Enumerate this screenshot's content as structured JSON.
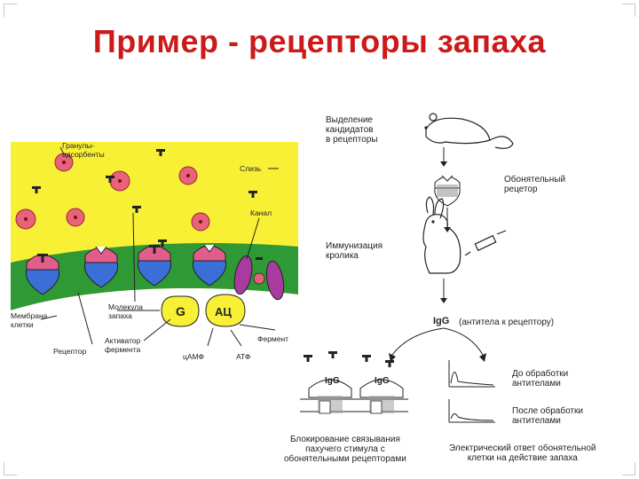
{
  "title": "Пример - рецепторы запаха",
  "left_panel": {
    "labels": {
      "granules": "Гранулы-\nадсорбенты",
      "mucus": "Слизь",
      "channel": "Канал",
      "membrane": "Мембрана\nклетки",
      "odorant": "Молекула\nзапаха",
      "receptor": "Рецептор",
      "activator": "Активатор\nфермента",
      "enzyme": "Фермент",
      "camp": "цАМФ",
      "atp": "АТФ",
      "g": "G",
      "ac": "АЦ"
    },
    "colors": {
      "mucus": "#f8f035",
      "membrane": "#2f9a35",
      "cytoplasm": "#ffffff",
      "granule": "#e8627a",
      "receptor_top": "#e35d8c",
      "receptor_bottom": "#3a6fd8",
      "g_protein": "#f8f035",
      "channel": "#a83aa0"
    }
  },
  "right_panel": {
    "step1": "Выделение\nкандидатов\nв рецепторы",
    "receptor_label": "Обонятельный\nрецетор",
    "step2": "Иммунизация\nкролика",
    "igg": "IgG",
    "igg_note": "(антитела к рецептору)",
    "igg_badge": "IgG",
    "before": "До обработки\nантителами",
    "after": "После обработки\nантителами",
    "blocking": "Блокирование связывания\nпахучего стимула с\nобонятельными рецепторами",
    "response": "Электрический ответ обонятельной\nклетки на действие запаха"
  }
}
